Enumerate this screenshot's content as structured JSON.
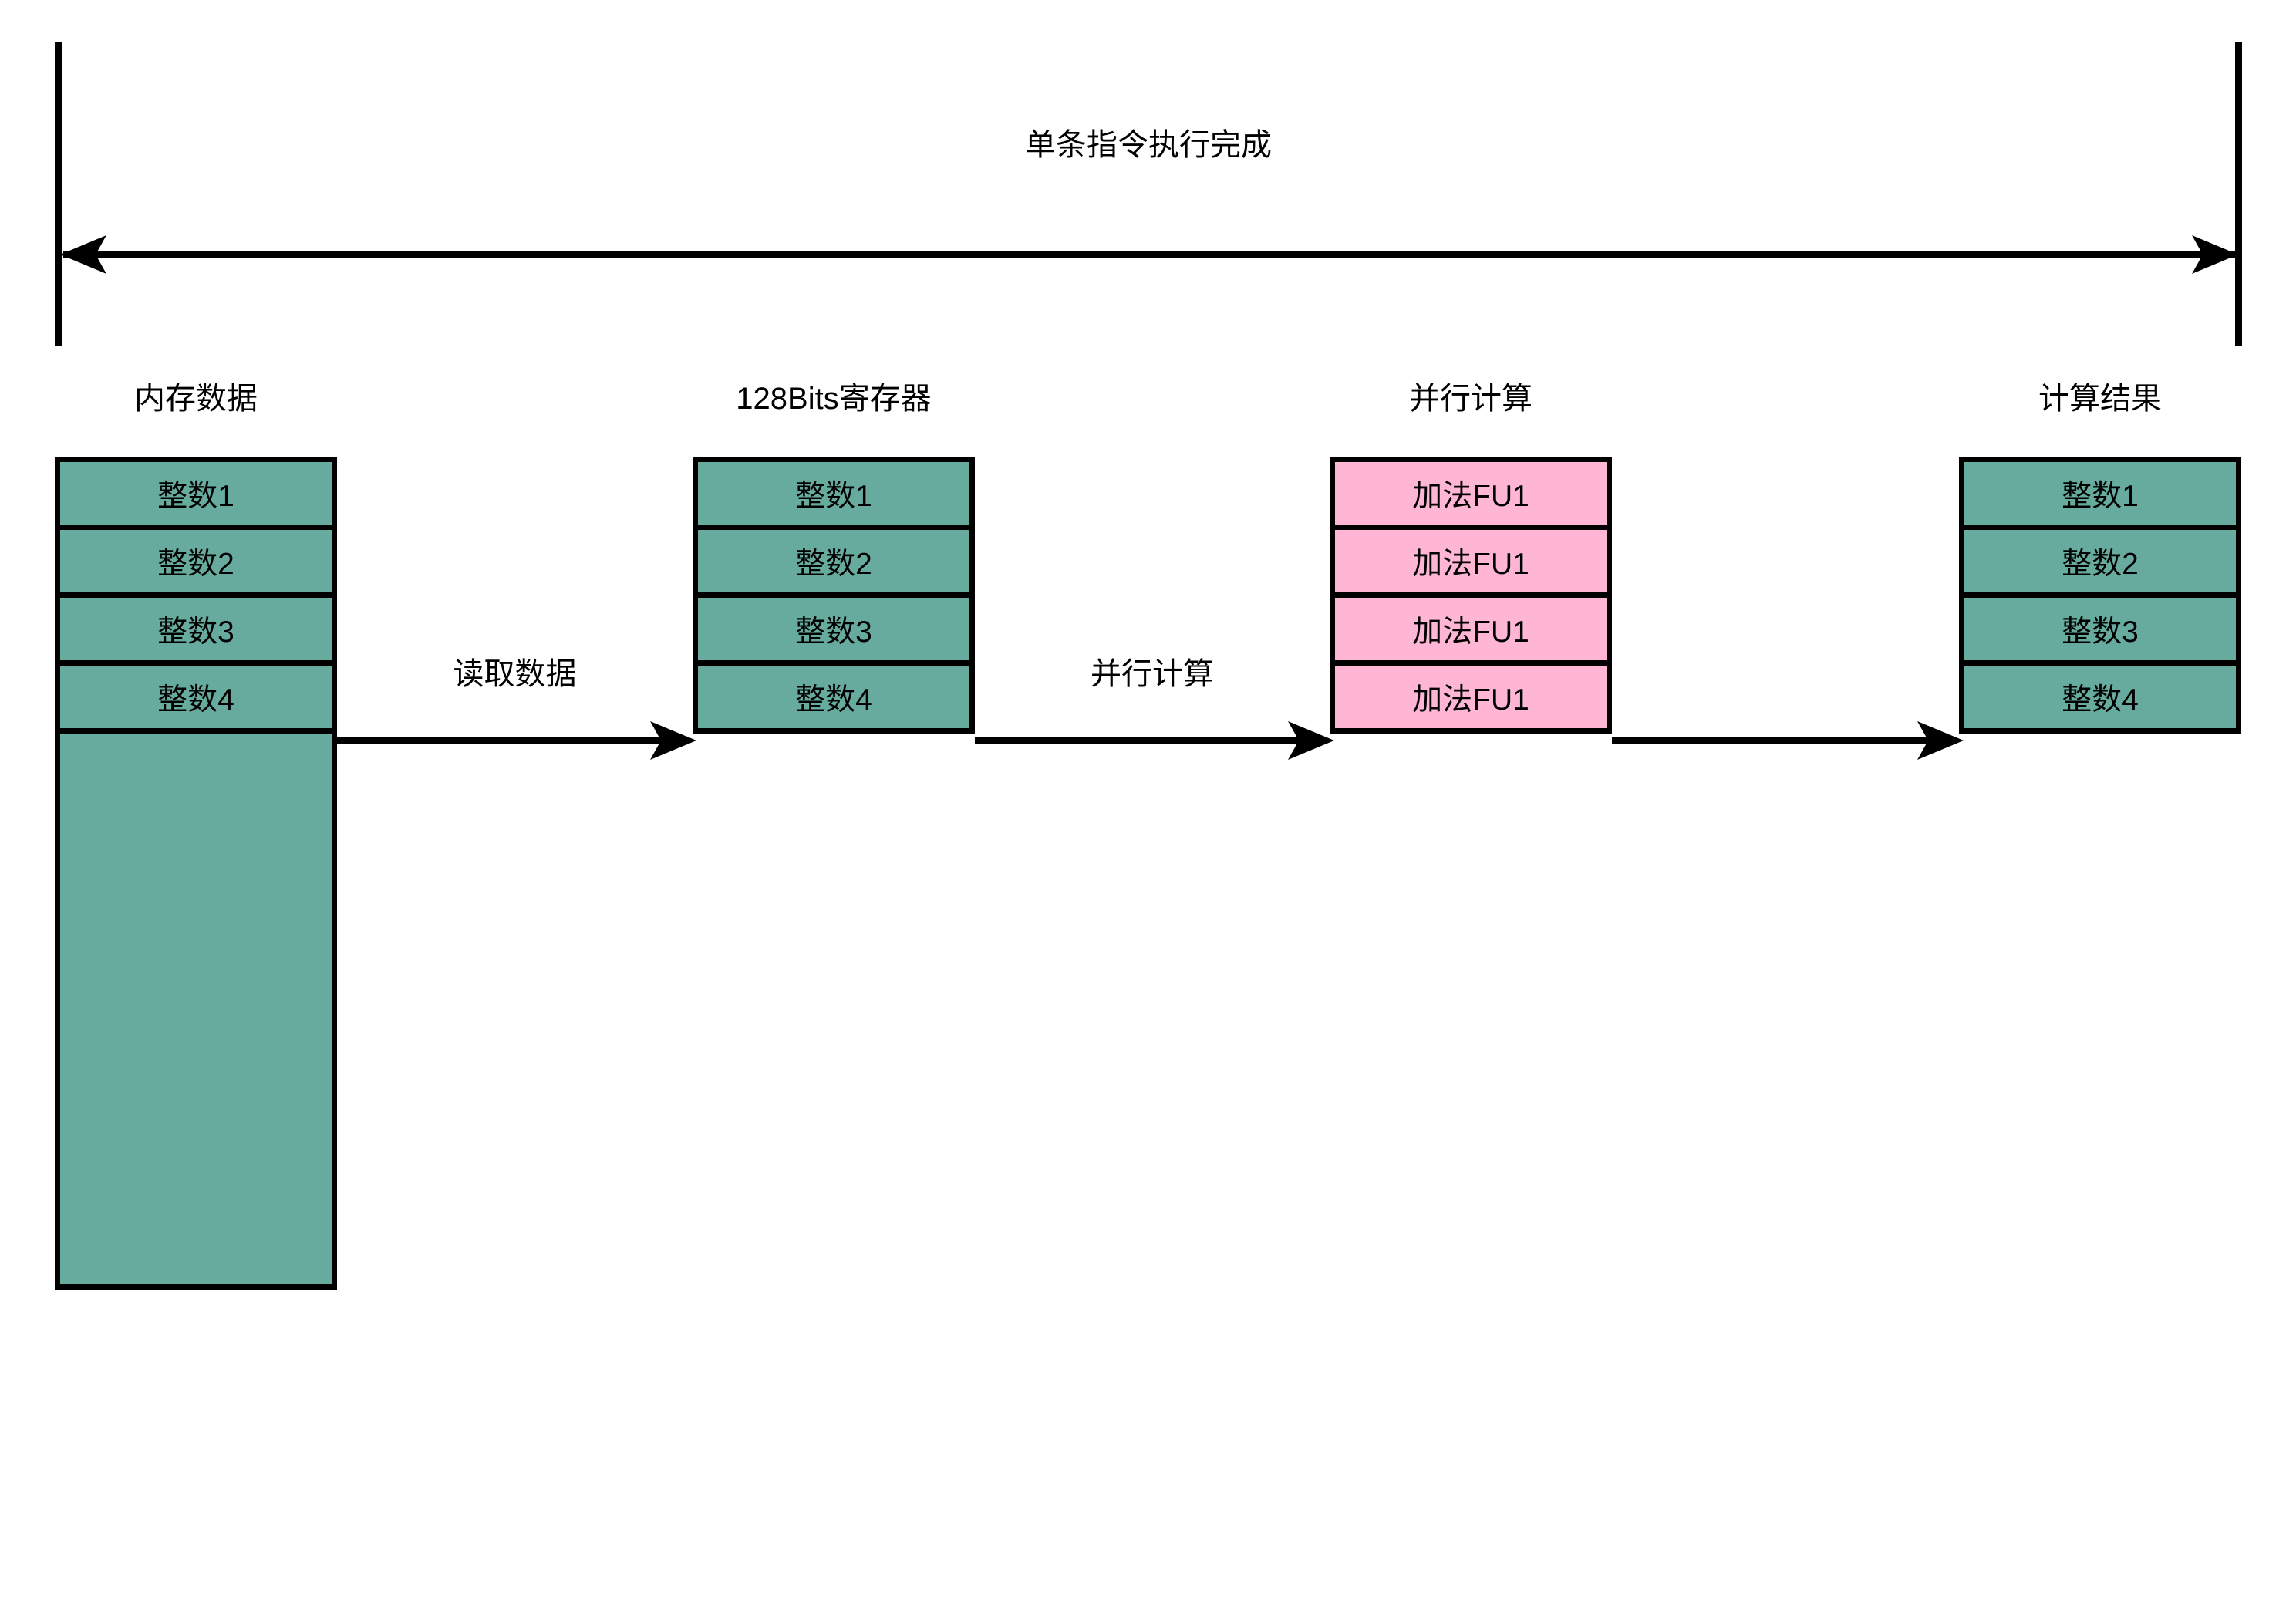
{
  "timeline": {
    "title": "单条指令执行完成",
    "left_bar_label": "timeline-start-bar",
    "right_bar_label": "timeline-end-bar"
  },
  "columns": [
    {
      "id": "memory-data",
      "title": "内存数据",
      "color": "#66AB9E",
      "cells": [
        "整数1",
        "整数2",
        "整数3",
        "整数4",
        ""
      ]
    },
    {
      "id": "register-128bits",
      "title": "128Bits寄存器",
      "color": "#66AB9E",
      "cells": [
        "整数1",
        "整数2",
        "整数3",
        "整数4"
      ]
    },
    {
      "id": "parallel-compute",
      "title": "并行计算",
      "color": "#FFB6D5",
      "cells": [
        "加法FU1",
        "加法FU1",
        "加法FU1",
        "加法FU1"
      ]
    },
    {
      "id": "compute-result",
      "title": "计算结果",
      "color": "#66AB9E",
      "cells": [
        "整数1",
        "整数2",
        "整数3",
        "整数4"
      ]
    }
  ],
  "flows": [
    {
      "id": "flow-read-data",
      "label": "读取数据"
    },
    {
      "id": "flow-parallel-compute",
      "label": "并行计算"
    },
    {
      "id": "flow-result",
      "label": ""
    }
  ],
  "colors": {
    "green": "#66AB9E",
    "pink": "#FFB6D5",
    "stroke": "#000000",
    "background": "#FFFFFF"
  }
}
